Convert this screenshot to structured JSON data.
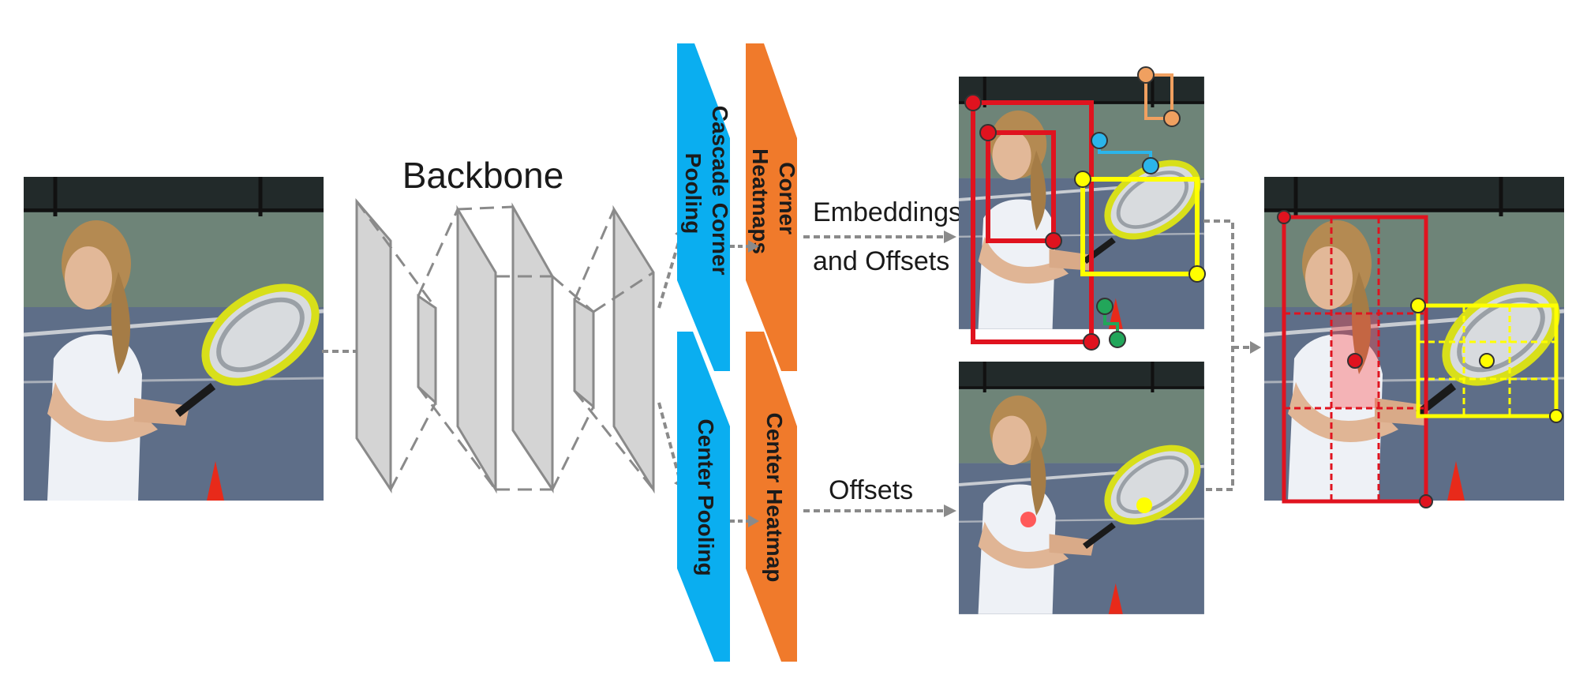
{
  "labels": {
    "backbone": "Backbone",
    "cascade_line1": "Cascade Corner",
    "cascade_line2": "Pooling",
    "corner_line1": "Corner",
    "corner_line2": "Heatmaps",
    "center_pooling": "Center Pooling",
    "center_heatmap": "Center Heatmap",
    "embeddings_line1": "Embeddings",
    "embeddings_line2": "and Offsets",
    "offsets": "Offsets"
  },
  "colors": {
    "cascade_pool": "#0aaef0",
    "corner_heat": "#f07a2b",
    "box_red": "#e0131f",
    "box_yellow": "#ffff00",
    "arrow": "#8a8a8a",
    "backbone_fill": "#d4d4d4",
    "backbone_stroke": "#8a8a8a"
  },
  "images": [
    {
      "id": "input-photo",
      "icon": "girl-with-tennis-racket-photo"
    },
    {
      "id": "corner-result",
      "icon": "corner-detections-photo"
    },
    {
      "id": "center-result",
      "icon": "center-detections-photo"
    },
    {
      "id": "final-result",
      "icon": "final-detections-photo"
    }
  ]
}
